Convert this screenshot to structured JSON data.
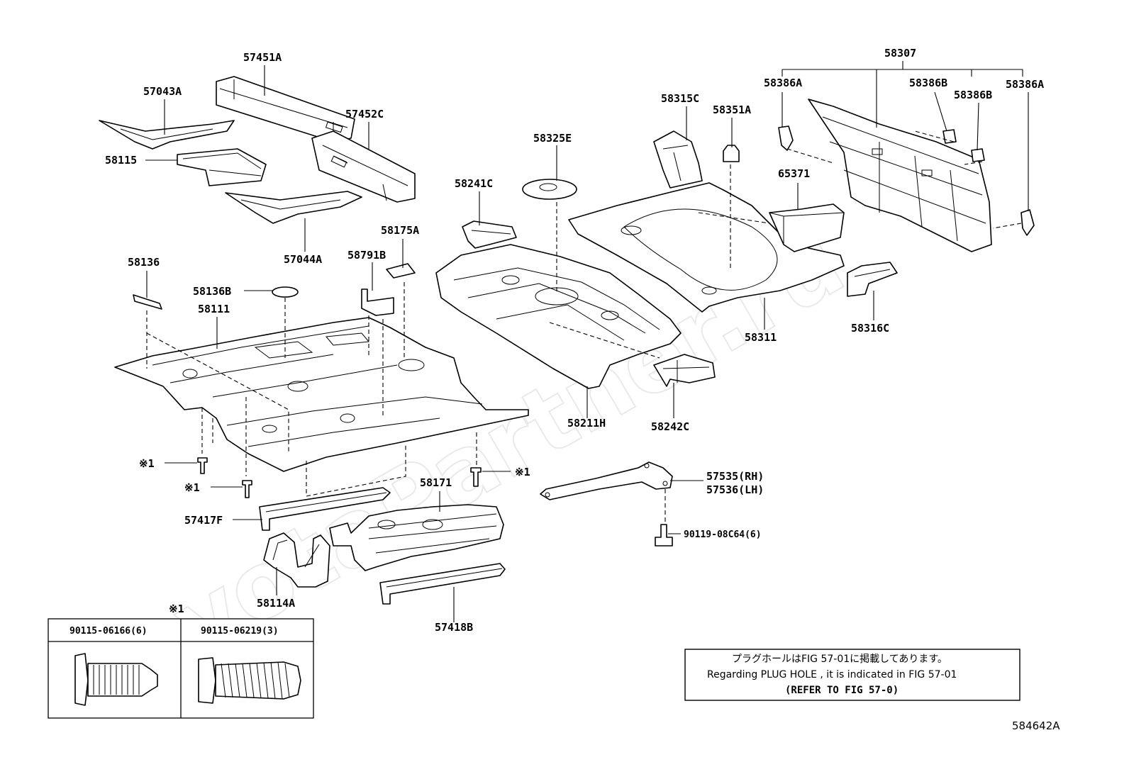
{
  "watermark": "ToyotaPartner.ru",
  "labels": {
    "p57451A": "57451A",
    "p57043A": "57043A",
    "p57452C": "57452C",
    "p58115": "58115",
    "p57044A": "57044A",
    "p58136": "58136",
    "p58136B": "58136B",
    "p58111": "58111",
    "p58791B": "58791B",
    "p58175A": "58175A",
    "p58241C": "58241C",
    "p58325E": "58325E",
    "p58315C": "58315C",
    "p58351A": "58351A",
    "p65371": "65371",
    "p58307": "58307",
    "p58386A_l": "58386A",
    "p58386B_1": "58386B",
    "p58386B_2": "58386B",
    "p58386A_r": "58386A",
    "p58316C": "58316C",
    "p58311": "58311",
    "p58211H": "58211H",
    "p58242C": "58242C",
    "p57535": "57535(RH)",
    "p57536": "57536(LH)",
    "p90119": "90119-08C64(6)",
    "p58171": "58171",
    "p57417F": "57417F",
    "p58114A": "58114A",
    "p57418B": "57418B",
    "star1_a": "※1",
    "star1_b": "※1",
    "star1_c": "※1",
    "star1_table": "※1"
  },
  "bolt_table": {
    "col1": "90115-06166(6)",
    "col2": "90115-06219(3)"
  },
  "note": {
    "line1": "プラグホールはFIG 57-01に掲載してあります。",
    "line2": "Regarding  PLUG  HOLE , it is indicated in FIG  57-01",
    "line3": "(REFER TO FIG 57-0)"
  },
  "figure_id": "584642A"
}
